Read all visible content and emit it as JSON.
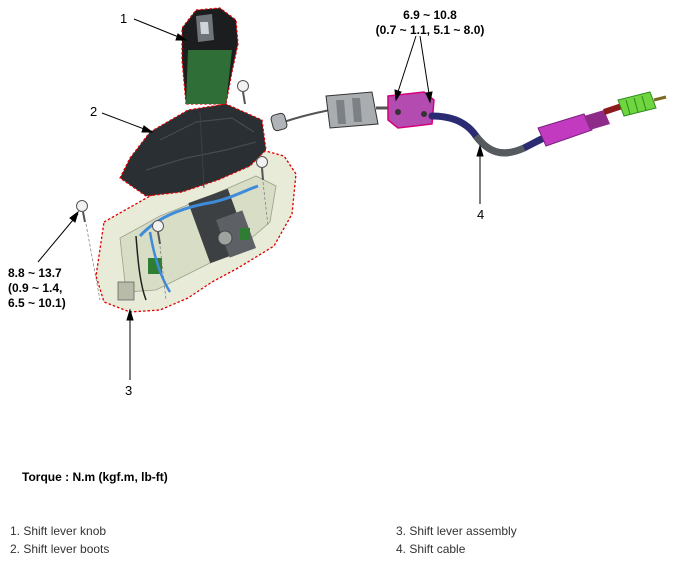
{
  "callouts": {
    "c1": "1",
    "c2": "2",
    "c3": "3",
    "c4": "4"
  },
  "torque_left": {
    "line1": "8.8 ~ 13.7",
    "line2": "(0.9 ~ 1.4,",
    "line3": "6.5 ~ 10.1)"
  },
  "torque_right": {
    "line1": "6.9 ~ 10.8",
    "line2": "(0.7 ~ 1.1, 5.1 ~ 8.0)"
  },
  "torque_title": "Torque : N.m (kgf.m, lb-ft)",
  "legend": {
    "item1": "1. Shift lever knob",
    "item2": "2. Shift lever boots",
    "item3": "3. Shift lever assembly",
    "item4": "4. Shift cable"
  },
  "colors": {
    "highlight": "#d6007a",
    "outline": "#e00000",
    "cable": "#2b2b73",
    "boot": "#2a2f33",
    "bracket": "#e8ecd9"
  }
}
